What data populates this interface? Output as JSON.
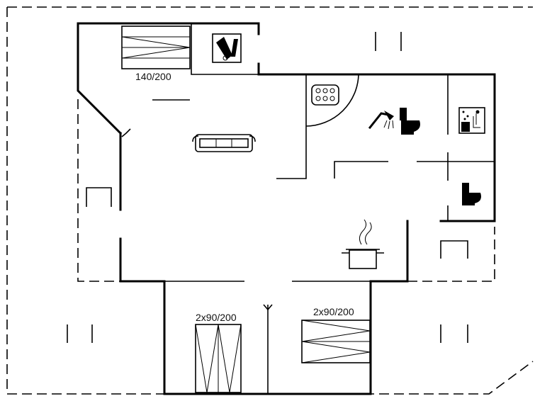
{
  "floorplan": {
    "labels": {
      "master_bed": "140/200",
      "bed_left": "2x90/200",
      "bed_right": "2x90/200"
    },
    "icons": [
      "bed-icon",
      "washing-machine-icon",
      "whirlpool-bath-icon",
      "shower-icon",
      "toilet-icon",
      "sauna-icon",
      "sofa-icon",
      "kitchen-pot-icon"
    ]
  }
}
